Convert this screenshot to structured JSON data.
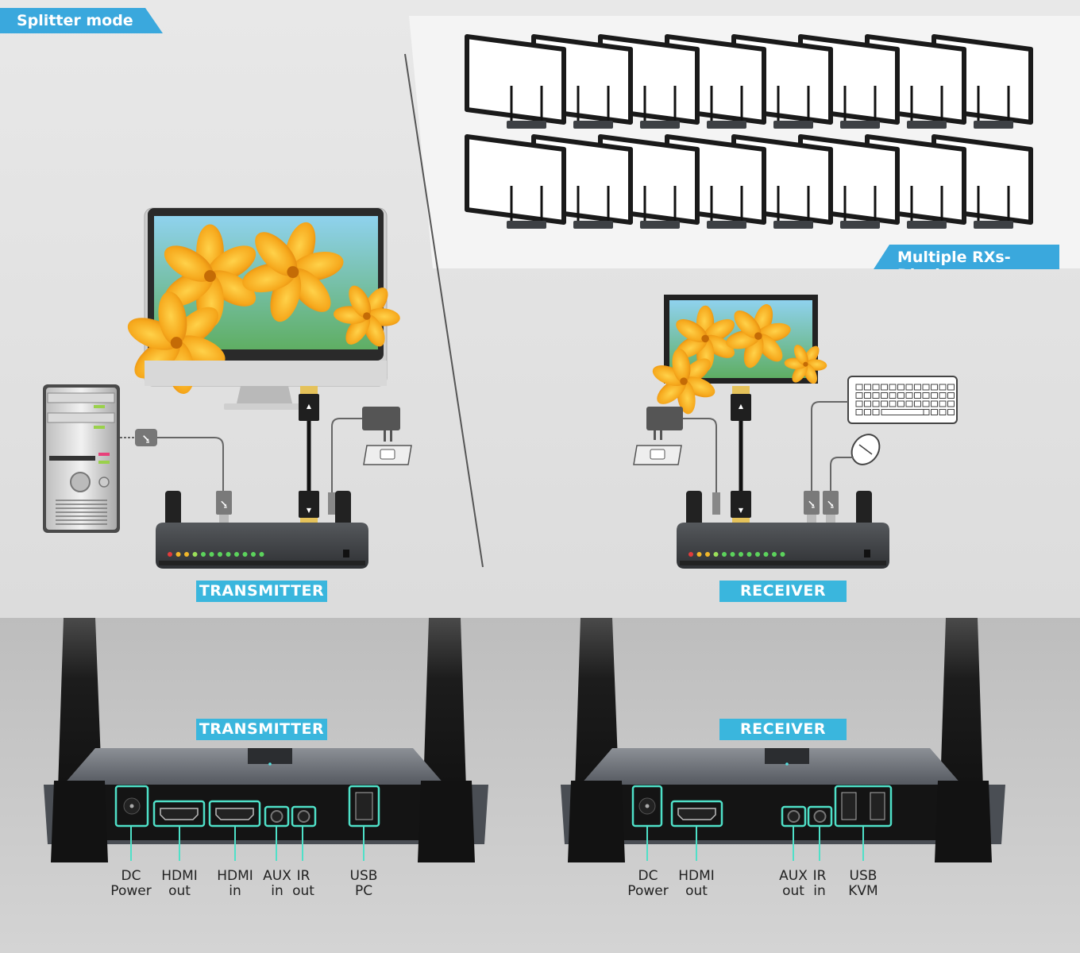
{
  "mode_badge": "Splitter mode",
  "rx_badge": "Multiple RXs-Display",
  "top": {
    "transmitter_label": "TRANSMITTER",
    "receiver_label": "RECEIVER"
  },
  "bottom": {
    "transmitter_label": "TRANSMITTER",
    "receiver_label": "RECEIVER",
    "transmitter_ports": [
      {
        "line1": "DC",
        "line2": "Power"
      },
      {
        "line1": "HDMI",
        "line2": "out"
      },
      {
        "line1": "HDMI",
        "line2": "in"
      },
      {
        "line1": "AUX",
        "line2": "in"
      },
      {
        "line1": "IR",
        "line2": "out"
      },
      {
        "line1": "USB",
        "line2": "PC"
      }
    ],
    "receiver_ports": [
      {
        "line1": "DC",
        "line2": "Power"
      },
      {
        "line1": "HDMI",
        "line2": "out"
      },
      {
        "line1": "AUX",
        "line2": "out"
      },
      {
        "line1": "IR",
        "line2": "in"
      },
      {
        "line1": "USB",
        "line2": "KVM"
      }
    ]
  },
  "colors": {
    "accent": "#3aa8dd",
    "port_highlight": "#4fe0c8",
    "device_body": "#3f4246",
    "background_top": "#e7e7e7",
    "background_bottom": "#c6c6c6"
  },
  "icons": [
    "usb-icon",
    "pc-tower-icon",
    "monitor-icon",
    "keyboard-icon",
    "mouse-icon",
    "power-adapter-icon",
    "power-outlet-icon",
    "hdmi-cable-icon",
    "antenna-icon"
  ]
}
